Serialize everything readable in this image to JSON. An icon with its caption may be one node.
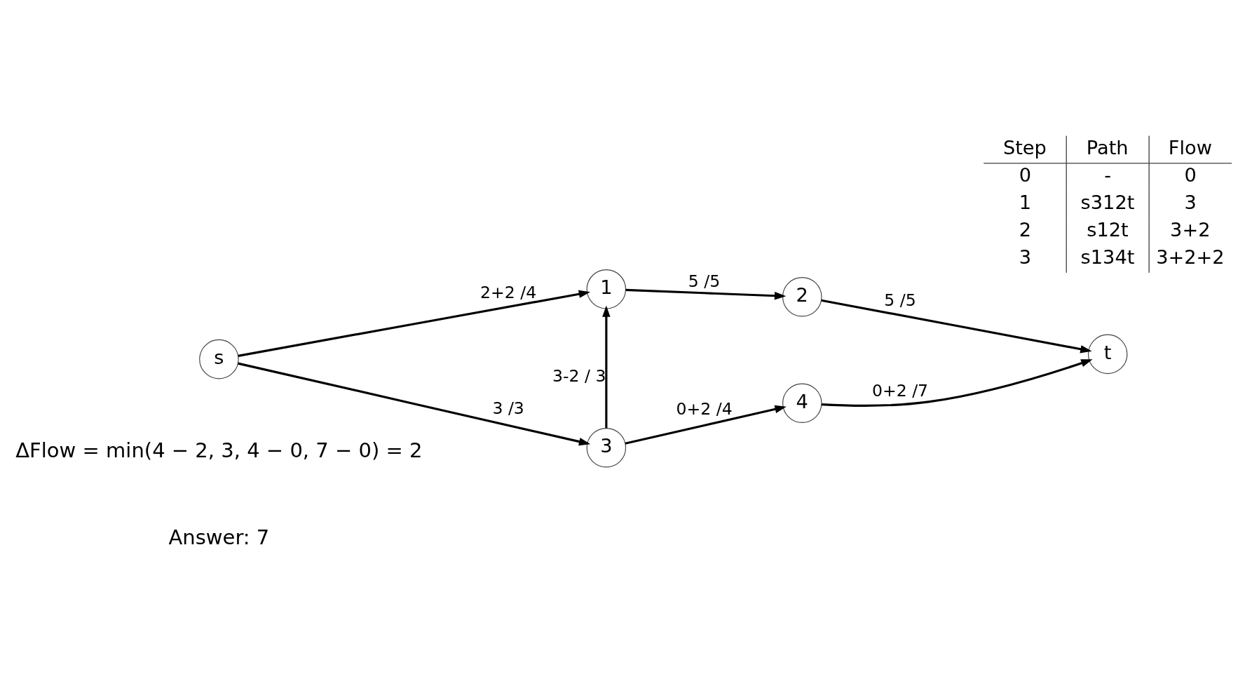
{
  "diagram": {
    "nodes": [
      {
        "text": [
          "s"
        ]
      },
      {
        "text": [
          "1"
        ]
      },
      {
        "text": [
          "2"
        ]
      },
      {
        "text": [
          "3"
        ]
      },
      {
        "text": [
          "4"
        ]
      },
      {
        "text": [
          "t"
        ]
      }
    ],
    "edges": [
      {
        "from": 0,
        "to": 1,
        "arrow": "to",
        "label": "2+2 /4"
      },
      {
        "from": 0,
        "to": 3,
        "arrow": "to",
        "label": "3 /3"
      },
      {
        "from": 1,
        "to": 2,
        "arrow": "to",
        "label": "5 /5"
      },
      {
        "from": 3,
        "to": 1,
        "arrow": "to",
        "label": "3-2 / 3"
      },
      {
        "from": 2,
        "to": 5,
        "arrow": "to",
        "label": "5 /5"
      },
      {
        "from": 3,
        "to": 4,
        "arrow": "to",
        "label": "0+2 /4"
      },
      {
        "from": 4,
        "to": 5,
        "arrow": "to",
        "label": "0+2 /7"
      }
    ],
    "labels": [
      "Step",
      "Path",
      "Flow",
      "0",
      "-",
      "0",
      "1",
      "s312t",
      "3",
      "2",
      "s12t",
      "3+2",
      "3",
      "s134t",
      "3+2+2",
      "ΔFlow = min(4 − 2, 3, 4 − 0, 7 − 0) = 2",
      "Answer: 7"
    ]
  }
}
